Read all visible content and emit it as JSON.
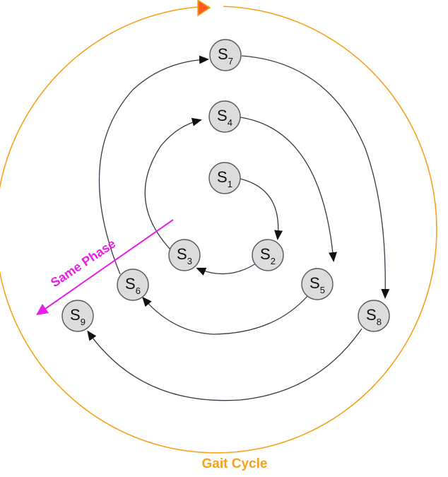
{
  "colors": {
    "gait_cycle": "#f7a11b",
    "same_phase": "#e81ee8",
    "arrow": "#333a48",
    "node_fill": "#dcdcdc",
    "node_stroke": "#555b66"
  },
  "gait_cycle": {
    "label": "Gait Cycle"
  },
  "same_phase": {
    "label": "Same Phase"
  },
  "states": [
    {
      "id": "s1",
      "base": "S",
      "sub": "1"
    },
    {
      "id": "s2",
      "base": "S",
      "sub": "2"
    },
    {
      "id": "s3",
      "base": "S",
      "sub": "3"
    },
    {
      "id": "s4",
      "base": "S",
      "sub": "4"
    },
    {
      "id": "s5",
      "base": "S",
      "sub": "5"
    },
    {
      "id": "s6",
      "base": "S",
      "sub": "6"
    },
    {
      "id": "s7",
      "base": "S",
      "sub": "7"
    },
    {
      "id": "s8",
      "base": "S",
      "sub": "8"
    },
    {
      "id": "s9",
      "base": "S",
      "sub": "9"
    }
  ],
  "transitions": [
    {
      "from": "s1",
      "to": "s2"
    },
    {
      "from": "s2",
      "to": "s3"
    },
    {
      "from": "s3",
      "to": "s4"
    },
    {
      "from": "s4",
      "to": "s5"
    },
    {
      "from": "s5",
      "to": "s6"
    },
    {
      "from": "s6",
      "to": "s7"
    },
    {
      "from": "s7",
      "to": "s8"
    },
    {
      "from": "s8",
      "to": "s9"
    }
  ]
}
